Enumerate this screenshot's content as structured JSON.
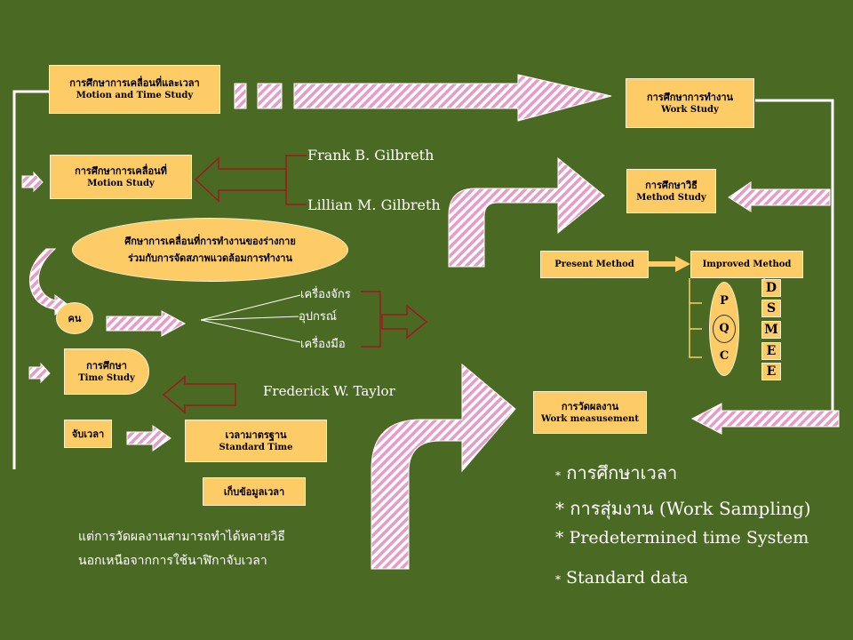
{
  "colors": {
    "background": "#4a6a24",
    "box": "#fdcc66",
    "arrow_stripe": "#e89ac8",
    "line": "#ffffff",
    "dark_line": "#9b1b1b"
  },
  "motion_time_study": {
    "th": "การศึกษาการเคลื่อนที่และเวลา",
    "en": "Motion and Time Study"
  },
  "work_study": {
    "th": "การศึกษาการทำงาน",
    "en": "Work Study"
  },
  "motion_study": {
    "th": "การศึกษาการเคลื่อนที่",
    "en": "Motion Study"
  },
  "method_study": {
    "th": "การศึกษาวิธี",
    "en": "Method Study"
  },
  "gilbreth_frank": "Frank B. Gilbreth",
  "gilbreth_lillian": "Lillian M. Gilbreth",
  "ellipse_text": {
    "line1": "ศึกษาการเคลื่อนที่การทำงานของร่างกาย",
    "line2": "ร่วมกับการจัดสภาพแวดล้อมการทำงาน"
  },
  "person": "คน",
  "tools": [
    "เครื่องจักร",
    "อุปกรณ์",
    "เครื่องมือ"
  ],
  "present_method": "Present Method",
  "improved_method": "Improved Method",
  "pqc": [
    "P",
    "Q",
    "C"
  ],
  "dsmee": [
    "D",
    "S",
    "M",
    "E",
    "E"
  ],
  "time_study": {
    "th": "การศึกษา",
    "en": "Time Study"
  },
  "taylor": "Frederick W. Taylor",
  "work_measurement": {
    "th": "การวัดผลงาน",
    "en": "Work measusement"
  },
  "timing": "จับเวลา",
  "standard_time": {
    "th": "เวลามาตรฐาน",
    "en": "Standard Time"
  },
  "collect_time_data": "เก็บข้อมูลเวลา",
  "note": {
    "line1": "แต่การวัดผลงานสามารถทำได้หลายวิธี",
    "line2": "นอกเหนือจากการใช้นาฬิกาจับเวลา"
  },
  "methods": [
    {
      "bullet": "*",
      "text": "การศึกษาเวลา"
    },
    {
      "bullet": "*",
      "text": "การสุ่มงาน (Work Sampling)"
    },
    {
      "bullet": "*",
      "text": "Predetermined time System"
    },
    {
      "bullet": "*",
      "text": "Standard data"
    }
  ]
}
